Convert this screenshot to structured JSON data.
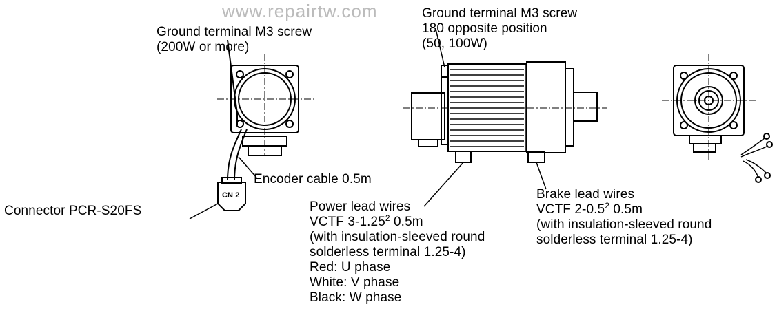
{
  "watermark": "www.repairtw.com",
  "labels": {
    "ground_rear": {
      "line1": "Ground terminal M3 screw",
      "line2": "(200W or more)"
    },
    "ground_side": {
      "line1": "Ground terminal M3 screw",
      "line2": "180 opposite position",
      "line3": "(50, 100W)"
    },
    "encoder": "Encoder cable 0.5m",
    "connector": "Connector PCR-S20FS",
    "cn2": "CN 2",
    "power": {
      "line1": "Power lead wires",
      "line2_main": "VCTF 3-1.25",
      "line2_sup": "2",
      "line2_tail": " 0.5m",
      "line3": "(with insulation-sleeved round",
      "line4": " solderless terminal 1.25-4)",
      "line5": "Red: U phase",
      "line6": "White: V phase",
      "line7": "Black: W phase"
    },
    "brake": {
      "line1": "Brake lead wires",
      "line2_main": "VCTF 2-0.5",
      "line2_sup": "2",
      "line2_tail": " 0.5m",
      "line3": "(with insulation-sleeved round",
      "line4": " solderless terminal 1.25-4)"
    }
  }
}
